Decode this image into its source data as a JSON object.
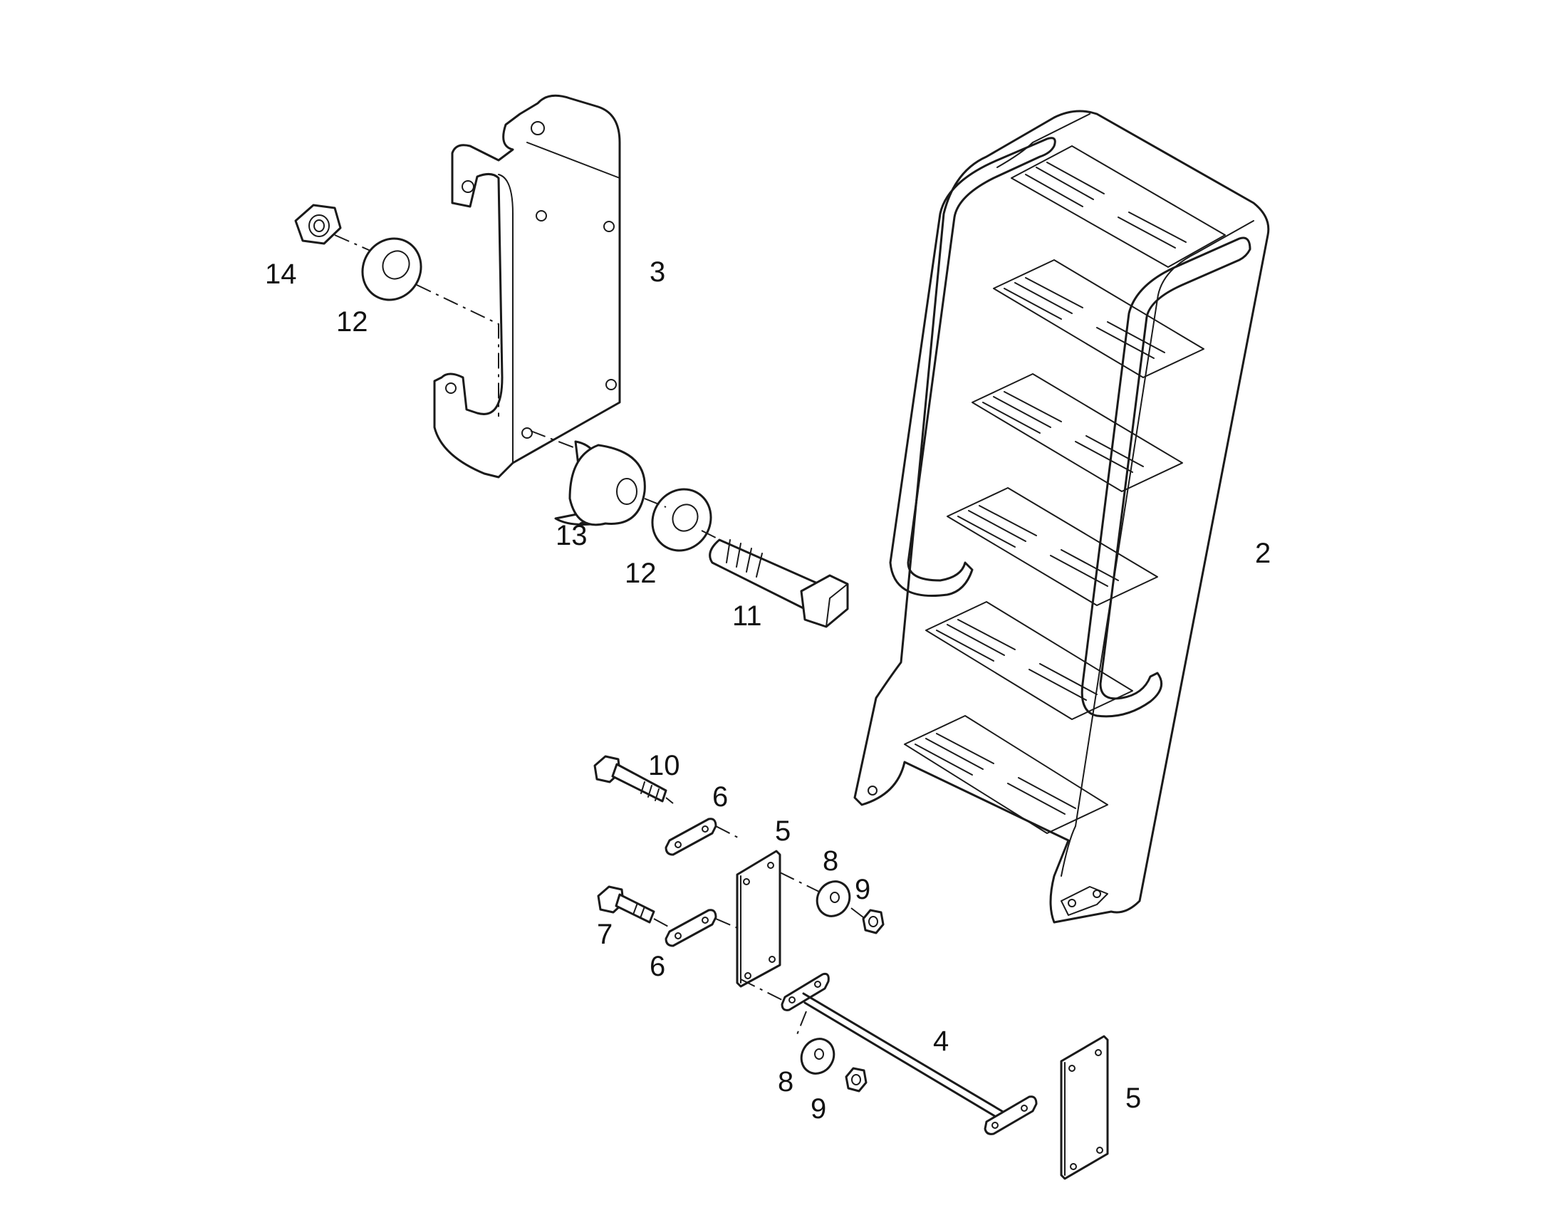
{
  "callouts": [
    {
      "id": "14",
      "text": "14"
    },
    {
      "id": "12a",
      "text": "12"
    },
    {
      "id": "3",
      "text": "3"
    },
    {
      "id": "13",
      "text": "13"
    },
    {
      "id": "12b",
      "text": "12"
    },
    {
      "id": "11",
      "text": "11"
    },
    {
      "id": "2",
      "text": "2"
    },
    {
      "id": "10",
      "text": "10"
    },
    {
      "id": "6a",
      "text": "6"
    },
    {
      "id": "5a",
      "text": "5"
    },
    {
      "id": "8a",
      "text": "8"
    },
    {
      "id": "9a",
      "text": "9"
    },
    {
      "id": "7",
      "text": "7"
    },
    {
      "id": "6b",
      "text": "6"
    },
    {
      "id": "4",
      "text": "4"
    },
    {
      "id": "8b",
      "text": "8"
    },
    {
      "id": "9b",
      "text": "9"
    },
    {
      "id": "5b",
      "text": "5"
    }
  ]
}
